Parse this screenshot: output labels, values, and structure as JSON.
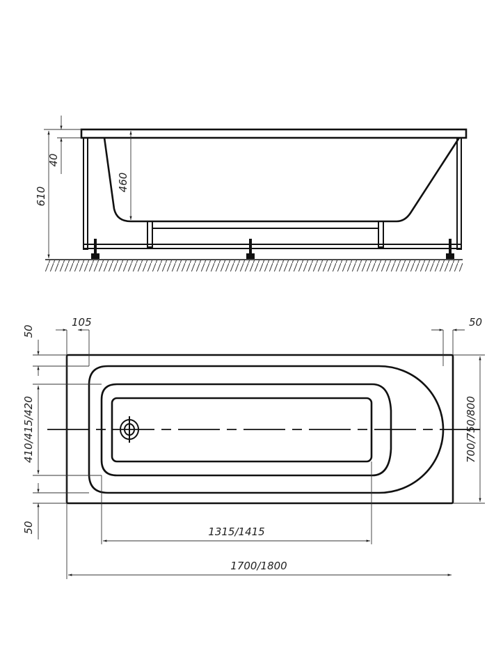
{
  "title": "Bathtub dimensional drawing",
  "side_view": {
    "dim_total_height": "610",
    "dim_rim": "40",
    "dim_depth": "460"
  },
  "plan_view": {
    "dim_left_offset": "105",
    "dim_right_offset": "50",
    "dim_top_margin": "50",
    "dim_inner_width": "410/415/420",
    "dim_bottom_margin": "50",
    "dim_width": "700/750/800",
    "dim_inner_length": "1315/1415",
    "dim_length": "1700/1800"
  },
  "colors": {
    "line": "#111111",
    "background": "#ffffff"
  }
}
